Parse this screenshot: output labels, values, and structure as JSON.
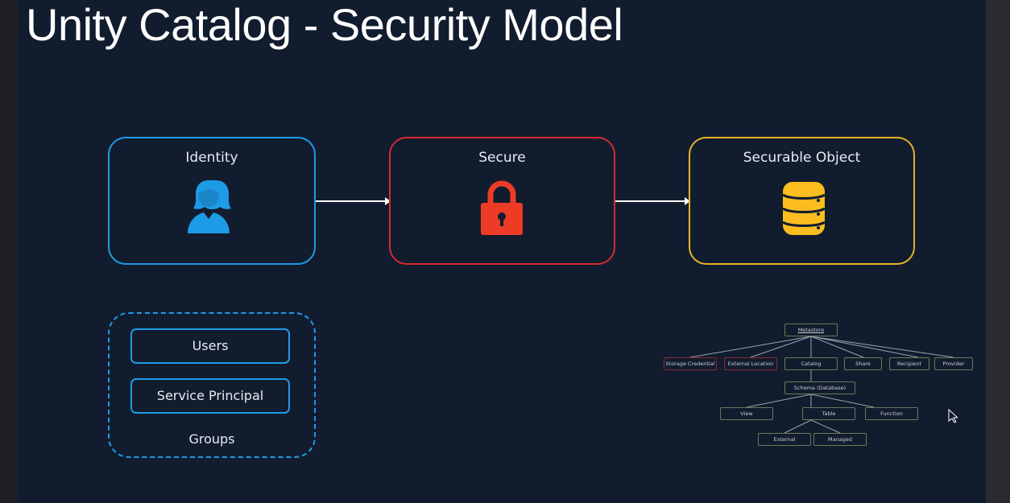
{
  "slide": {
    "title": "Unity Catalog - Security Model"
  },
  "flow": {
    "identity_label": "Identity",
    "secure_label": "Secure",
    "securable_label": "Securable Object",
    "identity_icon": "user-icon",
    "secure_icon": "lock-icon",
    "securable_icon": "database-icon",
    "colors": {
      "identity": "#1d9be6",
      "secure": "#d6292f",
      "securable": "#e5b427"
    }
  },
  "groups": {
    "users_label": "Users",
    "service_principal_label": "Service Principal",
    "groups_label": "Groups"
  },
  "hierarchy": {
    "metastore": "Metastore",
    "level1": [
      "Storage Credential",
      "External Location",
      "Catalog",
      "Share",
      "Recipient",
      "Provider"
    ],
    "schema": "Schema (Database)",
    "level3": [
      "View",
      "Table",
      "Function"
    ],
    "level4": [
      "External",
      "Managed"
    ]
  }
}
